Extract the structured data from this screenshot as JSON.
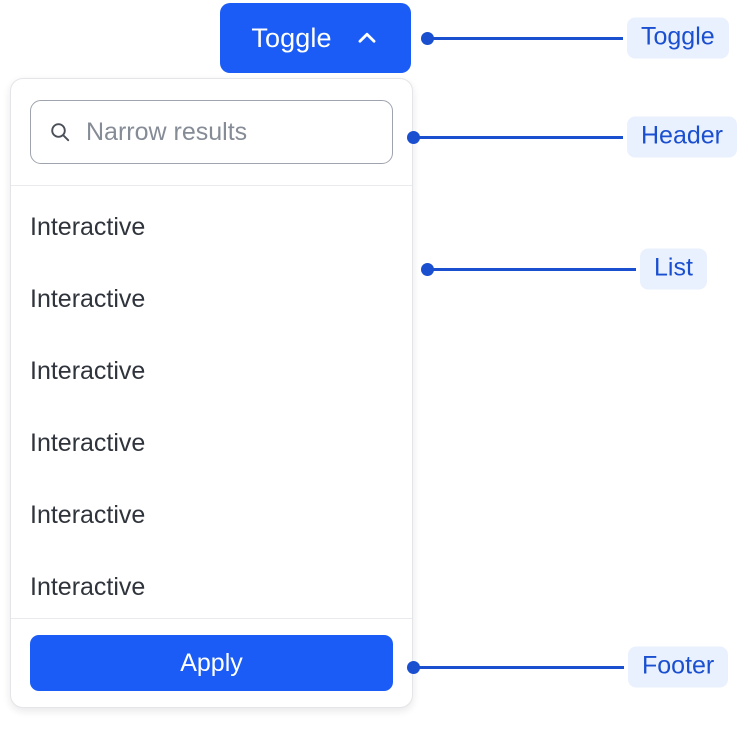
{
  "toggle": {
    "label": "Toggle",
    "icon": "chevron-up-icon",
    "background_color": "#1a5cf5",
    "text_color": "#ffffff"
  },
  "panel": {
    "header": {
      "search": {
        "icon": "search-icon",
        "placeholder": "Narrow results",
        "value": ""
      }
    },
    "list": {
      "items": [
        {
          "label": "Interactive"
        },
        {
          "label": "Interactive"
        },
        {
          "label": "Interactive"
        },
        {
          "label": "Interactive"
        },
        {
          "label": "Interactive"
        },
        {
          "label": "Interactive"
        }
      ]
    },
    "footer": {
      "apply_label": "Apply",
      "apply_background_color": "#1a5cf5"
    },
    "border_color": "#e3e5e8",
    "divider_color": "#e8eaed"
  },
  "annotations": {
    "accent_color": "#1a4fd0",
    "chip_background": "#eaf1fe",
    "items": [
      {
        "label": "Toggle"
      },
      {
        "label": "Header"
      },
      {
        "label": "List"
      },
      {
        "label": "Footer"
      }
    ]
  }
}
